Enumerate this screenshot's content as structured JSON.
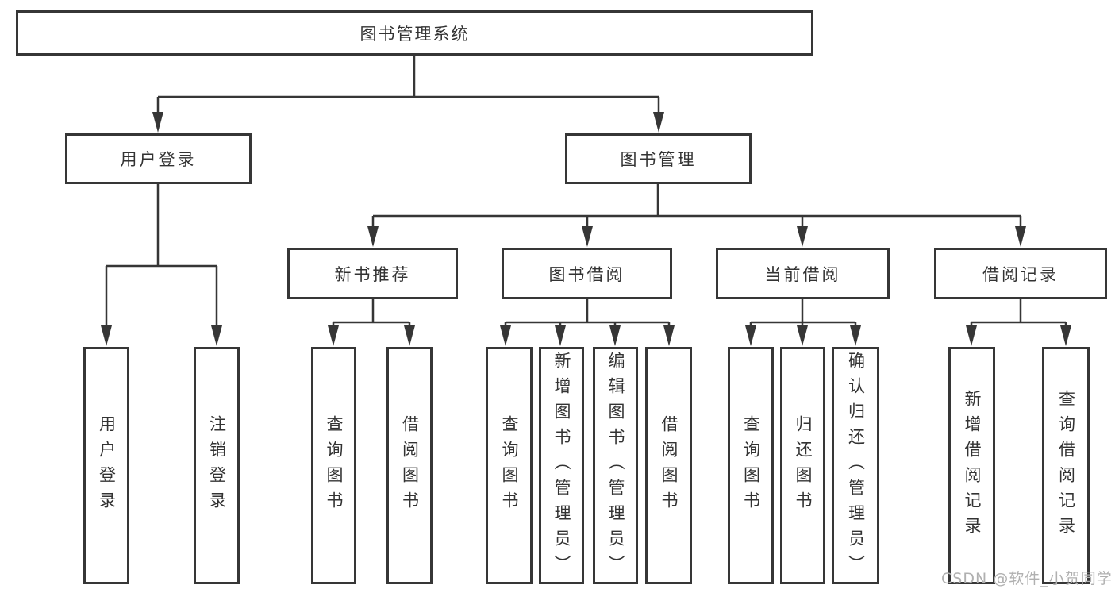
{
  "diagram_title": "图书管理系统",
  "tree": {
    "root": {
      "label": "图书管理系统"
    },
    "branches": [
      {
        "label": "用户登录",
        "children": [
          {
            "label": "用户登录"
          },
          {
            "label": "注销登录"
          }
        ]
      },
      {
        "label": "图书管理",
        "sections": [
          {
            "label": "新书推荐",
            "children": [
              {
                "label": "查询图书"
              },
              {
                "label": "借阅图书"
              }
            ]
          },
          {
            "label": "图书借阅",
            "children": [
              {
                "label": "查询图书"
              },
              {
                "label": "新增图书（管理员）"
              },
              {
                "label": "编辑图书（管理员）"
              },
              {
                "label": "借阅图书"
              }
            ]
          },
          {
            "label": "当前借阅",
            "children": [
              {
                "label": "查询图书"
              },
              {
                "label": "归还图书"
              },
              {
                "label": "确认归还（管理员）"
              }
            ]
          },
          {
            "label": "借阅记录",
            "children": [
              {
                "label": "新增借阅记录"
              },
              {
                "label": "查询借阅记录"
              }
            ]
          }
        ]
      }
    ]
  },
  "watermark": {
    "text": "CSDN @软件_小贺同学"
  },
  "colors": {
    "line": "#363636",
    "text": "#333333",
    "box_background": "#ffffff",
    "watermark": "#b0b0b0"
  }
}
